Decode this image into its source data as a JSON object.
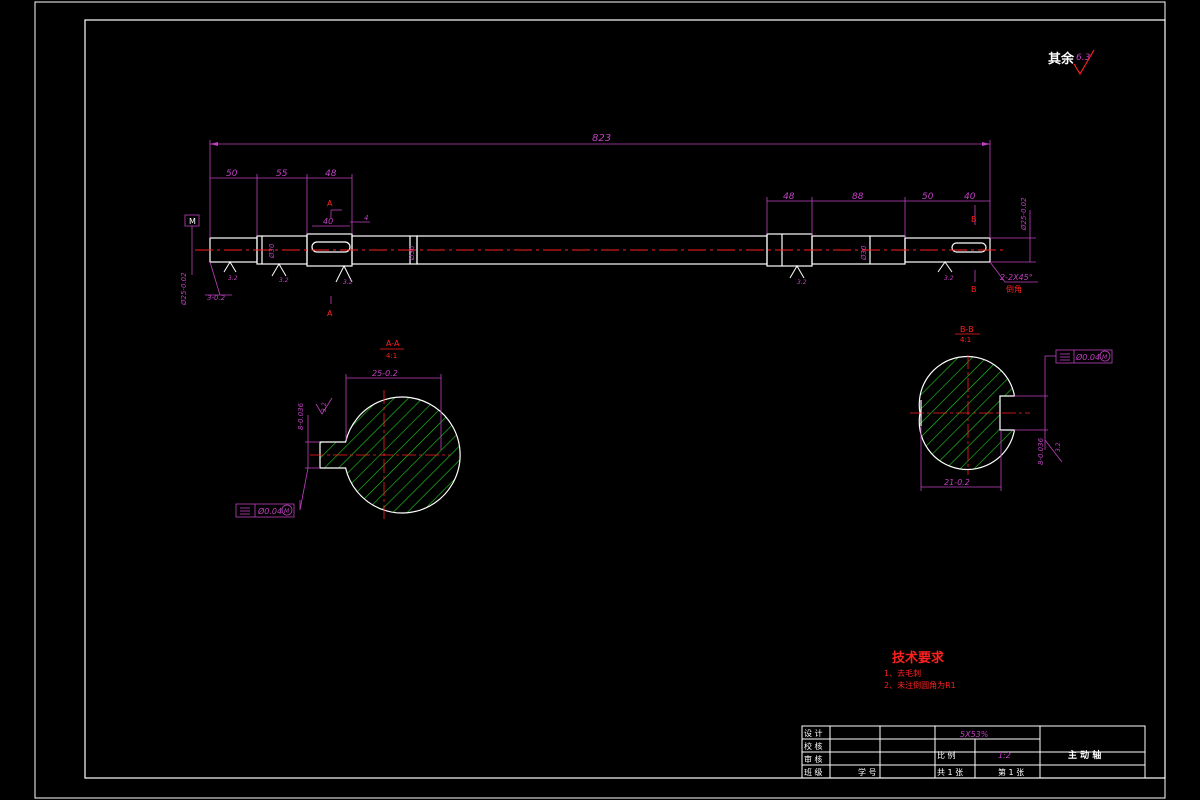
{
  "surface": {
    "label": "其余",
    "value": "6.3"
  },
  "shaft": {
    "overall": "823",
    "left_dims": [
      "50",
      "55",
      "48"
    ],
    "key_left": "40",
    "key_small": "4",
    "right_dims": [
      "48",
      "88",
      "50",
      "40"
    ],
    "diam_left_end": "Ø25-0.02",
    "diam_left_1": "Ø30",
    "diam_mid": "Ø30",
    "diam_right_1": "Ø30",
    "diam_right_end": "Ø25-0.02",
    "datum": "M",
    "chamfer": "2-2X45°",
    "chamfer_note": "倒角",
    "sec_a": "A",
    "sec_b": "B",
    "rough_left": "3.2",
    "rough_mid1": "3.2",
    "rough_mid2": "3.2",
    "rough_right1": "3.2",
    "rough_right2": "3.2",
    "left_end_tol": "3-0.2"
  },
  "sections": {
    "a": {
      "title": "A-A",
      "scale": "4:1",
      "width": "25-0.2",
      "key": "8-0.036",
      "rough": "3.2",
      "tol": "Ø0.04",
      "datum": "M"
    },
    "b": {
      "title": "B-B",
      "scale": "4:1",
      "width": "21-0.2",
      "key": "8-0.036",
      "rough": "3.2",
      "tol": "Ø0.04",
      "datum": "M"
    }
  },
  "tech": {
    "title": "技术要求",
    "items": [
      "1、去毛刺",
      "2、未注倒圆角为R1"
    ]
  },
  "title_block": {
    "material": "5X53%",
    "rows": [
      "设 计",
      "校 核",
      "审 核",
      "班 级"
    ],
    "student_no_label": "学 号",
    "scale_label": "比 例",
    "scale_value": "1:2",
    "part_name": "主 动 轴",
    "sheet_total": "共 1 张",
    "sheet_no": "第 1 张"
  },
  "colors": {
    "frame": "#ffffff",
    "dimension": "#c040c0",
    "centerline": "#ff2020",
    "hatch": "#20d020"
  }
}
